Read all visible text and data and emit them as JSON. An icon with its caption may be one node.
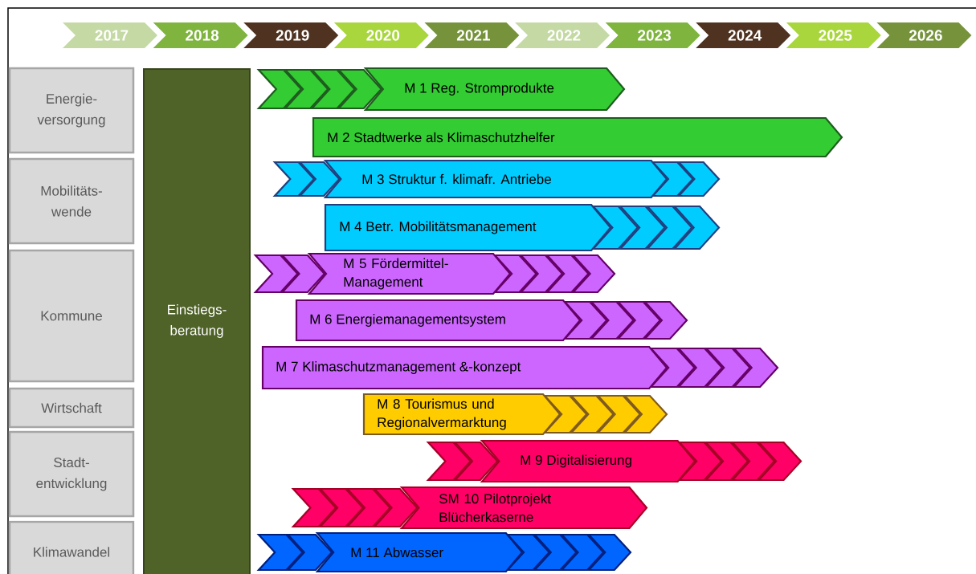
{
  "diagram": {
    "nodes": [
      {
        "text": [
          "2017"
        ]
      },
      {
        "text": [
          "2018"
        ]
      },
      {
        "text": [
          "2019"
        ]
      },
      {
        "text": [
          "2020"
        ]
      },
      {
        "text": [
          "2021"
        ]
      },
      {
        "text": [
          "2022"
        ]
      },
      {
        "text": [
          "2023"
        ]
      },
      {
        "text": [
          "2024"
        ]
      },
      {
        "text": [
          "2025"
        ]
      },
      {
        "text": [
          "2026"
        ]
      },
      {
        "text": [
          "Energie- versorgung"
        ]
      },
      {
        "text": [
          "Mobilitäts- wende"
        ]
      },
      {
        "text": [
          "Kommune"
        ]
      },
      {
        "text": [
          "Wirtschaft"
        ]
      },
      {
        "text": [
          "Stadt- entwicklung"
        ]
      },
      {
        "text": [
          "Klimawandel"
        ]
      },
      {
        "text": [
          "Einstiegs- beratung"
        ]
      },
      {
        "text": [
          "M 1 Reg. Stromprodukte"
        ]
      },
      {
        "text": [
          "M 2 Stadtwerke als Klimaschutzhelfer"
        ]
      },
      {
        "text": [
          "M 3 Struktur f. klimafr. Antriebe"
        ]
      },
      {
        "text": [
          "M 4 Betr. Mobilitätsmanagement"
        ]
      },
      {
        "text": [
          "M 5 Fördermittel- Management"
        ]
      },
      {
        "text": [
          "M 6 Energiemanagementsystem"
        ]
      },
      {
        "text": [
          "M 7 Klimaschutzmanagement &-konzept"
        ]
      },
      {
        "text": [
          "M 8 Tourismus und Regionalvermarktung"
        ]
      },
      {
        "text": [
          "M 9 Digitalisierung"
        ]
      },
      {
        "text": [
          "SM 10  Pilotprojekt Blücherkaserne"
        ]
      },
      {
        "text": [
          "M 11 Abwasser"
        ]
      }
    ]
  }
}
